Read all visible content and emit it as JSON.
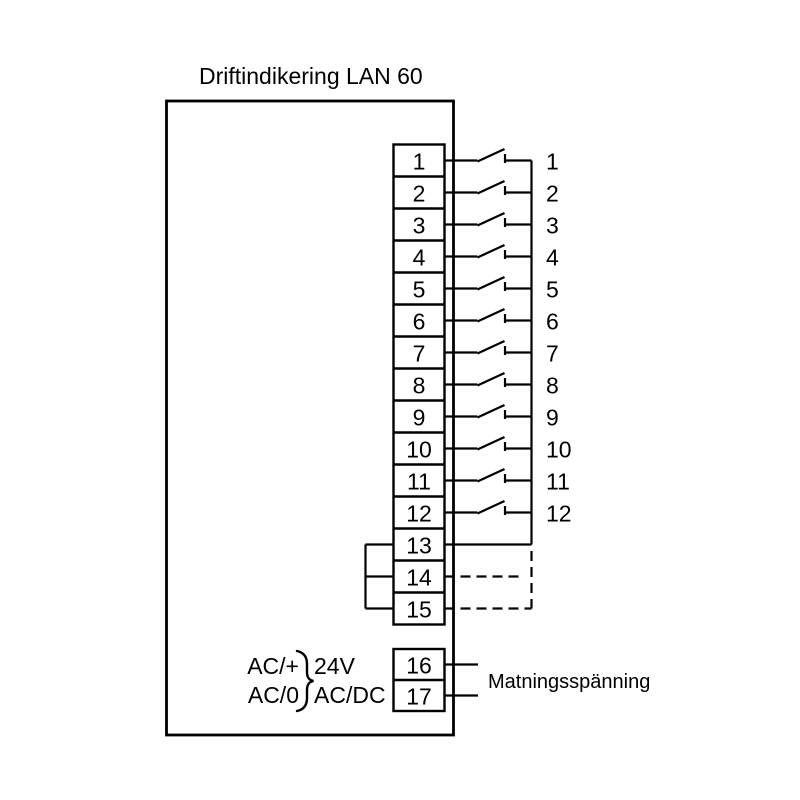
{
  "title": "Driftindikering LAN 60",
  "terminals": [
    "1",
    "2",
    "3",
    "4",
    "5",
    "6",
    "7",
    "8",
    "9",
    "10",
    "11",
    "12",
    "13",
    "14",
    "15",
    "16",
    "17"
  ],
  "outputs": [
    "1",
    "2",
    "3",
    "4",
    "5",
    "6",
    "7",
    "8",
    "9",
    "10",
    "11",
    "12"
  ],
  "power": {
    "ac_plus": "AC/+",
    "ac_zero": "AC/0",
    "voltage": "24V",
    "type": "AC/DC",
    "supply": "Matningsspänning"
  },
  "colors": {
    "line": "#000000",
    "background": "#ffffff"
  }
}
